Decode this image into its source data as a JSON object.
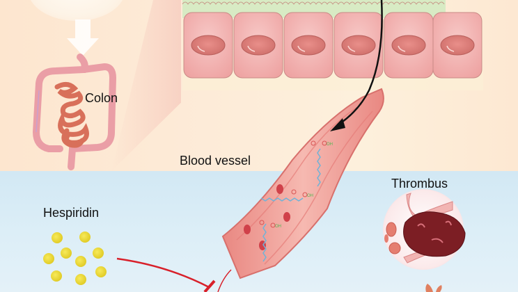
{
  "diagram": {
    "labels": {
      "colon": "Colon",
      "blood_vessel": "Blood vessel",
      "thrombus": "Thrombus",
      "hesperidin": "Hespiridin"
    },
    "regions": {
      "top": "intestinal epithelium / gut absorption",
      "bottom": "circulation"
    },
    "elements": {
      "epithelial_cells_count": 6,
      "hesperidin_particles_count": 9,
      "molecules_in_vessel": 3,
      "arrow_absorption": "black arrow from epithelium into blood vessel",
      "inhibition_arrow": "red inhibition (T-bar) line from Hespiridin toward vessel"
    },
    "colors": {
      "top_background": "#fde9d4",
      "bottom_background": "#d6ebf5",
      "cell_pink": "#f1a9a6",
      "microvilli_green": "#d8ebc4",
      "vessel_red": "#e98a86",
      "hesperidin_yellow": "#ecdc3e",
      "inhibition_red": "#d8202a",
      "thrombus_dark": "#7c1e24"
    }
  }
}
